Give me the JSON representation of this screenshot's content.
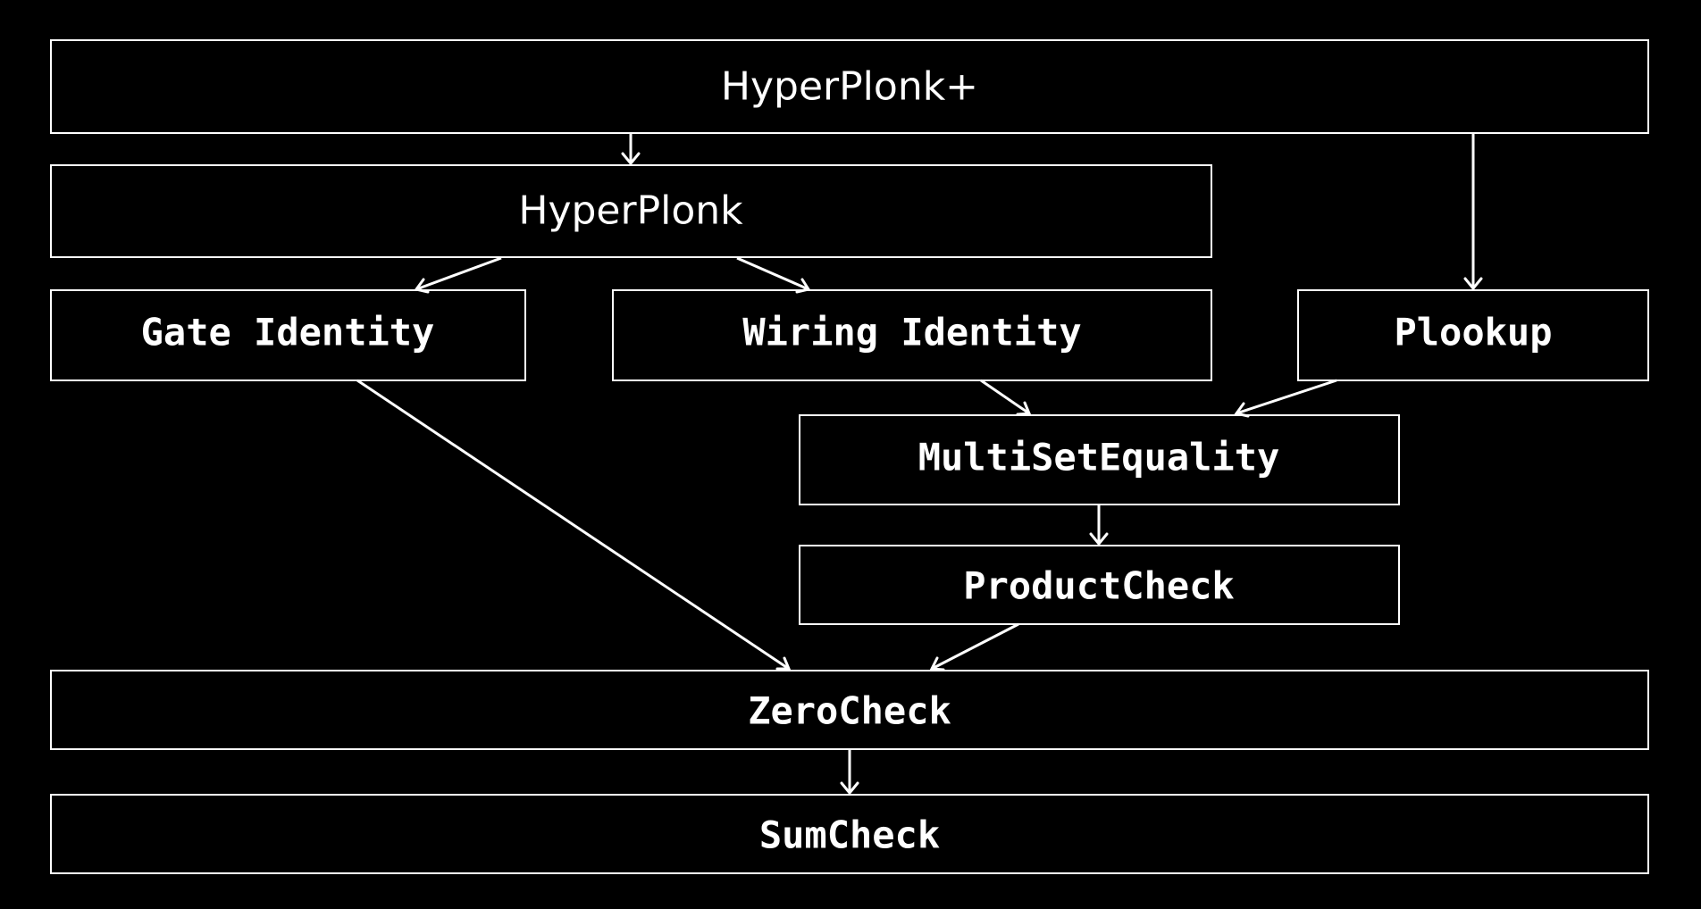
{
  "colors": {
    "background": "#000000",
    "foreground": "#ffffff"
  },
  "nodes": {
    "hyperplonk_plus": "HyperPlonk+",
    "hyperplonk": "HyperPlonk",
    "gate_identity": "Gate Identity",
    "wiring_identity": "Wiring Identity",
    "plookup": "Plookup",
    "multiset_equality": "MultiSetEquality",
    "product_check": "ProductCheck",
    "zero_check": "ZeroCheck",
    "sum_check": "SumCheck"
  },
  "edges": [
    {
      "from": "HyperPlonk+",
      "to": "HyperPlonk"
    },
    {
      "from": "HyperPlonk+",
      "to": "Plookup"
    },
    {
      "from": "HyperPlonk",
      "to": "Gate Identity"
    },
    {
      "from": "HyperPlonk",
      "to": "Wiring Identity"
    },
    {
      "from": "Gate Identity",
      "to": "ZeroCheck"
    },
    {
      "from": "Wiring Identity",
      "to": "MultiSetEquality"
    },
    {
      "from": "Plookup",
      "to": "MultiSetEquality"
    },
    {
      "from": "MultiSetEquality",
      "to": "ProductCheck"
    },
    {
      "from": "ProductCheck",
      "to": "ZeroCheck"
    },
    {
      "from": "ZeroCheck",
      "to": "SumCheck"
    }
  ]
}
